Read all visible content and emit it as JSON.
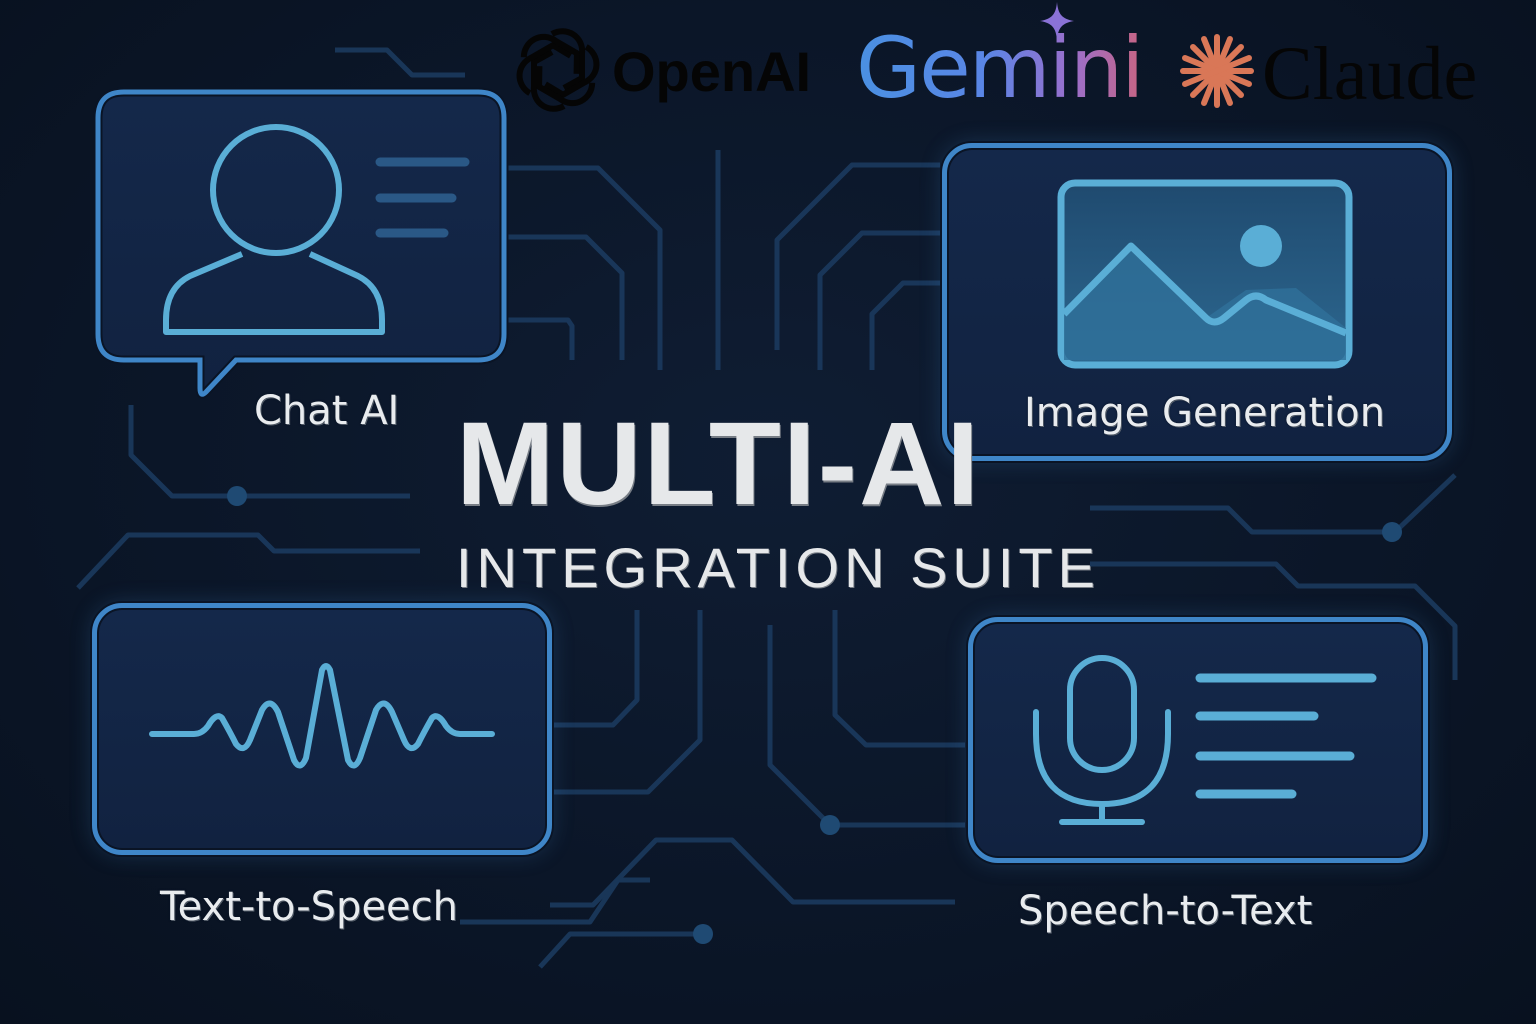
{
  "brands": {
    "openai": {
      "name": "OpenAI",
      "color": "#050505"
    },
    "gemini": {
      "name": "Gemini",
      "gradient": [
        "#4a90e2",
        "#9a6fcc",
        "#c86482"
      ]
    },
    "claude": {
      "name": "Claude",
      "color": "#050505",
      "icon_color": "#d97757"
    }
  },
  "hero": {
    "title": "MULTI-AI",
    "subtitle": "INTEGRATION SUITE"
  },
  "features": [
    {
      "label": "Chat AI",
      "icon": "user-chat-bubble-icon"
    },
    {
      "label": "Image Generation",
      "icon": "image-landscape-icon"
    },
    {
      "label": "Text-to-Speech",
      "icon": "sound-wave-icon"
    },
    {
      "label": "Speech-to-Text",
      "icon": "microphone-text-icon"
    }
  ],
  "theme": {
    "background": "#0b1628",
    "card_border": "#3f86c8",
    "icon_stroke": "#5aaed6",
    "trace": "#1b3a5e",
    "text": "#e9ecef"
  }
}
